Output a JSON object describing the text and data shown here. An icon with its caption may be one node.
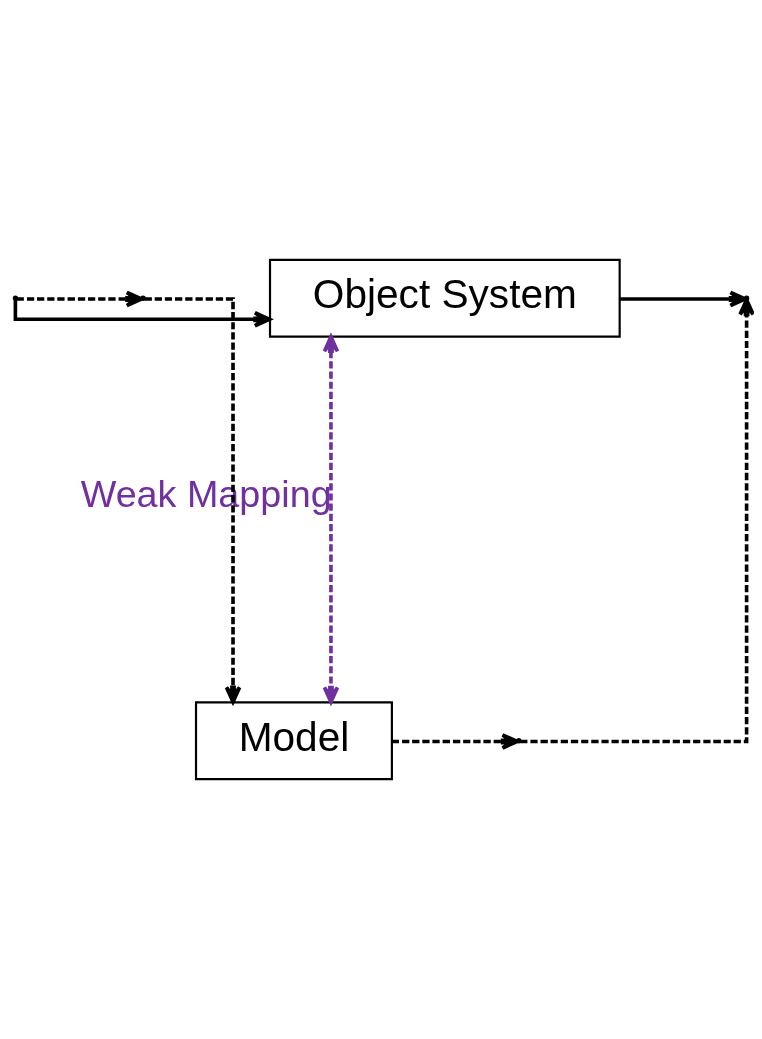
{
  "diagram": {
    "nodes": [
      {
        "text": [
          "Object System"
        ]
      },
      {
        "text": [
          "Model"
        ]
      },
      {
        "text": [],
        "shape": "point"
      },
      {
        "text": [],
        "shape": "point"
      },
      {
        "text": [],
        "shape": "point"
      },
      {
        "text": [],
        "shape": "point"
      }
    ],
    "edges": [
      {
        "from": 2,
        "to": 0,
        "arrow": "to"
      },
      {
        "from": 2,
        "to": 3,
        "arrow": "to",
        "style": "dashed"
      },
      {
        "from": 3,
        "to": 1,
        "arrow": "to",
        "style": "dashed"
      },
      {
        "from": 0,
        "to": 4,
        "arrow": "to"
      },
      {
        "from": 1,
        "to": 5,
        "arrow": "to",
        "style": "dashed"
      },
      {
        "from": 5,
        "to": 4,
        "arrow": "to",
        "style": "dashed"
      },
      {
        "from": 0,
        "to": 1,
        "arrow": "both",
        "style": "dashed",
        "color": "#7030a0",
        "label": "Weak Mapping"
      }
    ]
  }
}
